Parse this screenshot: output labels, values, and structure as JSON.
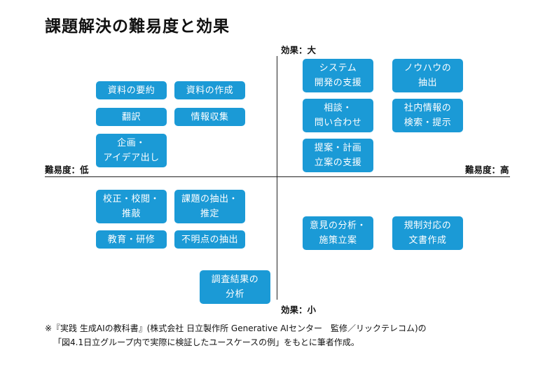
{
  "title": "課題解決の難易度と効果",
  "axes": {
    "top": "効果：大",
    "bottom": "効果：小",
    "left": "難易度：低",
    "right": "難易度：高"
  },
  "items": [
    {
      "key": "doc-summary",
      "label": "資料の要約"
    },
    {
      "key": "doc-create",
      "label": "資料の作成"
    },
    {
      "key": "translation",
      "label": "翻訳"
    },
    {
      "key": "info-collect",
      "label": "情報収集"
    },
    {
      "key": "planning",
      "label": "企画・\nアイデア出し"
    },
    {
      "key": "system-dev",
      "label": "システム\n開発の支援"
    },
    {
      "key": "knowhow",
      "label": "ノウハウの\n抽出"
    },
    {
      "key": "consultation",
      "label": "相談・\n問い合わせ"
    },
    {
      "key": "internal-search",
      "label": "社内情報の\n検索・提示"
    },
    {
      "key": "proposal",
      "label": "提案・計画\n立案の支援"
    },
    {
      "key": "proofreading",
      "label": "校正・校閲・\n推敲"
    },
    {
      "key": "issue-extract",
      "label": "課題の抽出・\n推定"
    },
    {
      "key": "education",
      "label": "教育・研修"
    },
    {
      "key": "unclear-extract",
      "label": "不明点の抽出"
    },
    {
      "key": "opinion-analysis",
      "label": "意見の分析・\n施策立案"
    },
    {
      "key": "regulatory-docs",
      "label": "規制対応の\n文書作成"
    },
    {
      "key": "survey-analysis",
      "label": "調査結果の\n分析"
    }
  ],
  "source": {
    "line1": "※『実践 生成AIの教科書』(株式会社 日立製作所 Generative AIセンター　監修／リックテレコム)の",
    "line2": "「図4.1日立グループ内で実際に検証したユースケースの例」をもとに筆者作成。"
  },
  "colors": {
    "box": "#1b9ad6",
    "box_text": "#ffffff",
    "axis": "#222222"
  }
}
